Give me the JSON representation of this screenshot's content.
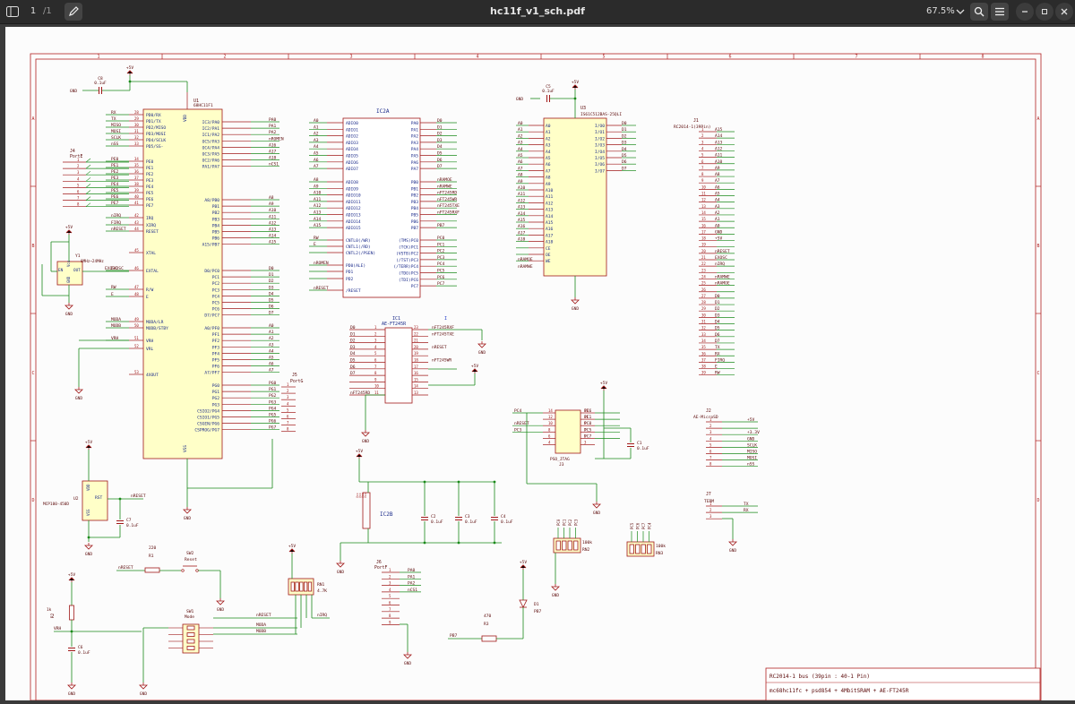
{
  "viewer": {
    "title": "hc11f_v1_sch.pdf",
    "page_current": "1",
    "page_total": "/1",
    "zoom": "67.5%",
    "icons": [
      "sidebar-icon",
      "pen-icon",
      "chevron-down-icon",
      "search-icon",
      "menu-icon",
      "minimize-icon",
      "restore-icon",
      "close-icon"
    ]
  },
  "colors": {
    "wire": "#1a8a1a",
    "component": "#a01818",
    "label": "#5a0808",
    "body": "#ffffc8",
    "frame": "#b02020",
    "text_blue": "#1a2a8a"
  },
  "frame": {
    "columns": [
      "1",
      "2",
      "3",
      "4",
      "5",
      "6",
      "7",
      "8"
    ],
    "rows": [
      "A",
      "B",
      "C",
      "D"
    ]
  },
  "u1": {
    "ref": "U1",
    "value": "68HC11F1",
    "left_pins": [
      "PD0/RX",
      "PD1/TX",
      "PD2/MISO",
      "PD3/MOSI",
      "PD4/SCLK",
      "PD5/SS-",
      "PE0",
      "PE1",
      "PE2",
      "PE3",
      "PE4",
      "PE5",
      "PE6",
      "PE7",
      "IRQ",
      "XIRQ",
      "RESET",
      "XTAL",
      "EXTAL",
      "R/W",
      "E",
      "MODA/LR",
      "MODB/STBY",
      "VRH",
      "VRL",
      "4XOUT"
    ],
    "right_pins": [
      "IC3/PA0",
      "IC2/PA1",
      "IC1/PA2",
      "OC5/PA3",
      "OC4/PA4",
      "OC3/PA5",
      "OC2/PA6",
      "PA1/PA7",
      "A8/PB0",
      "PB1",
      "PB2",
      "PB3",
      "PB4",
      "PB5",
      "PB6",
      "A15/PB7",
      "D0/PC0",
      "PC1",
      "PC2",
      "PC3",
      "PC4",
      "PC5",
      "PC6",
      "D7/PC7",
      "A0/PF0",
      "PF1",
      "PF2",
      "PF3",
      "PF4",
      "PF5",
      "PF6",
      "A7/PF7",
      "PG0",
      "PG1",
      "PG2",
      "PG3",
      "CSIO2/PG4",
      "CSIO1/PG5",
      "CSGEN/PG6",
      "CSPROG/PG7"
    ],
    "right_labels": [
      "PA0",
      "PA1",
      "PA2",
      "nROMEN",
      "A16",
      "A17",
      "A18",
      "nCS1",
      "A8",
      "A9",
      "A10",
      "A11",
      "A12",
      "A13",
      "A14",
      "A15",
      "D0",
      "D1",
      "D2",
      "D3",
      "D4",
      "D5",
      "D6",
      "D7",
      "A0",
      "A1",
      "A2",
      "A3",
      "A4",
      "A5",
      "A6",
      "A7",
      "PG0",
      "PG1",
      "PG2",
      "PG3",
      "PG4",
      "PG5",
      "PG6",
      "PG7"
    ],
    "left_labels": [
      "RX",
      "TX",
      "MISO",
      "MOSI",
      "SCLK",
      "nSS",
      "PE0",
      "PE1",
      "PE2",
      "PE3",
      "PE4",
      "PE5",
      "PE6",
      "PE7",
      "nIRQ",
      "FIRQ",
      "nRESET",
      "",
      "EXOSC",
      "RW",
      "E",
      "MODA",
      "MODB",
      "VRH",
      ""
    ]
  },
  "ic2a": {
    "ref": "IC2A",
    "left_pins": [
      "ADIO0",
      "ADIO1",
      "ADIO2",
      "ADIO3",
      "ADIO4",
      "ADIO5",
      "ADIO6",
      "ADIO7",
      "ADIO8",
      "ADIO9",
      "ADIO10",
      "ADIO11",
      "ADIO12",
      "ADIO13",
      "ADIO14",
      "ADIO15",
      "CNTL0(/WR)",
      "CNTL1(/RD)",
      "CNTL2(/PSEN)",
      "PD0(ALE)",
      "PD1",
      "PD2",
      "/RESET"
    ],
    "left_labels": [
      "A0",
      "A1",
      "A2",
      "A3",
      "A4",
      "A5",
      "A6",
      "A7",
      "A8",
      "A9",
      "A10",
      "A11",
      "A12",
      "A13",
      "A14",
      "A15",
      "RW",
      "E",
      "",
      "nROMEN",
      "",
      "",
      "nRESET"
    ],
    "right_pins": [
      "PA0",
      "PA1",
      "PA2",
      "PA3",
      "PA4",
      "PA5",
      "PA6",
      "PA7",
      "PB0",
      "PB1",
      "PB2",
      "PB3",
      "PB4",
      "PB5",
      "PB6",
      "PB7",
      "(TMS)PC0",
      "(TCK)PC1",
      "(VSTB)PC2",
      "(/TST)PC3",
      "(/TERR)PC4",
      "(TDO)PC5",
      "(TDI)PC6",
      "PC7"
    ],
    "right_labels": [
      "D0",
      "D1",
      "D2",
      "D3",
      "D4",
      "D5",
      "D6",
      "D7",
      "nRAMOE",
      "nRAMWE",
      "nFT245RD",
      "nFT245WR",
      "nFT245TXE",
      "nFT245RXF",
      "",
      "PB7",
      "PC0",
      "PC1",
      "PC2",
      "PC3",
      "PC4",
      "PC5",
      "PC6",
      "PC7"
    ]
  },
  "u3": {
    "ref": "U3",
    "value": "IS61C512BAS-25QLI",
    "left_pins": [
      "A0",
      "A1",
      "A2",
      "A3",
      "A4",
      "A5",
      "A6",
      "A7",
      "A8",
      "A9",
      "A10",
      "A11",
      "A12",
      "A13",
      "A14",
      "A15",
      "A16",
      "A17",
      "A18",
      "CE",
      "OE",
      "WE"
    ],
    "right_pins": [
      "I/O0",
      "I/O1",
      "I/O2",
      "I/O3",
      "I/O4",
      "I/O5",
      "I/O6",
      "I/O7"
    ],
    "right_labels": [
      "D0",
      "D1",
      "D2",
      "D3",
      "D4",
      "D5",
      "D6",
      "D7"
    ],
    "ctrl_labels": [
      "nRAMOE",
      "nRAMWE"
    ]
  },
  "j1": {
    "ref": "J1",
    "value": "RC2014-1(39Pin)",
    "labels": [
      "A15",
      "A14",
      "A13",
      "A12",
      "A11",
      "A10",
      "A9",
      "A8",
      "A7",
      "A6",
      "A5",
      "A4",
      "A3",
      "A2",
      "A1",
      "A0",
      "GND",
      "+5V",
      "",
      "nRESET",
      "EXOSC",
      "nIRQ",
      "",
      "nRAMWE",
      "nRAMOE",
      "",
      "D0",
      "D1",
      "D2",
      "D3",
      "D4",
      "D5",
      "D6",
      "D7",
      "TX",
      "RX",
      "FIRQ",
      "E",
      "RW"
    ]
  },
  "j4": {
    "ref": "J4",
    "value": "PortE"
  },
  "j5": {
    "ref": "J5",
    "value": "PortG",
    "labels": [
      "PG0",
      "PG1",
      "PG2",
      "PG3",
      "PG4",
      "PG5",
      "PG6",
      "PG7"
    ]
  },
  "j6": {
    "ref": "J6",
    "value": "PortF",
    "labels": [
      "PA0",
      "PA1",
      "PA2",
      "nCS1",
      "",
      "",
      "",
      "",
      ""
    ]
  },
  "j2": {
    "ref": "J2",
    "value": "AE-MicroSD",
    "labels": [
      "+5V",
      "",
      "+3.3V",
      "GND",
      "SCLK",
      "MISO",
      "MOSI",
      "nSS"
    ]
  },
  "j7": {
    "ref": "J7",
    "value": "TERM",
    "labels": [
      "TX",
      "RX",
      ""
    ]
  },
  "j3": {
    "ref": "J3",
    "value": "PSO_JTAG",
    "left_labels": [
      "PC4",
      "",
      "nRESET",
      "PC3",
      "",
      ""
    ],
    "right_labels": [
      "PC6",
      "PC1",
      "PC0",
      "PC5",
      "PC7",
      ""
    ]
  },
  "ic1": {
    "ref": "IC1",
    "value": "AE-FT245R",
    "left_labels": [
      "D0",
      "D1",
      "D2",
      "D3",
      "D4",
      "D5",
      "D6",
      "D7",
      "",
      "",
      "nFT245RD"
    ],
    "right_labels": [
      "nFT245RXF",
      "nFT245TXE",
      "",
      "nRESET",
      "",
      "nFT245WR",
      "",
      "",
      "",
      "",
      ""
    ]
  },
  "ic2b": {
    "ref": "IC2B"
  },
  "power": {
    "vcc": "+5V",
    "gnd": "GND",
    "caps": [
      {
        "ref": "C8",
        "value": "0.1uF"
      },
      {
        "ref": "C5",
        "value": "0.1uF"
      },
      {
        "ref": "C7",
        "value": "0.1uF"
      },
      {
        "ref": "C2",
        "value": "0.1uF"
      },
      {
        "ref": "C3",
        "value": "0.1uF"
      },
      {
        "ref": "C4",
        "value": "0.1uF"
      },
      {
        "ref": "C1",
        "value": "0.1uF"
      },
      {
        "ref": "C6",
        "value": "0.1uF"
      }
    ]
  },
  "osc": {
    "ref": "Y1",
    "value": "8MHz~24MHz",
    "pins": [
      "EN",
      "OUT",
      "GND",
      "Vcc"
    ]
  },
  "reset": {
    "ref": "U2",
    "value": "MCP100-450D",
    "rst": "RST",
    "out": "nRESET",
    "pins": [
      "VDD",
      "VSS"
    ]
  },
  "sw2": {
    "ref": "SW2",
    "value": "Reset",
    "r1": "R1",
    "r1_value": "220",
    "net": "nRESET"
  },
  "sw1": {
    "ref": "SW1",
    "value": "Mode",
    "nets": [
      "nRESET",
      "MODA",
      "MODB"
    ]
  },
  "rn1": {
    "ref": "RN1",
    "value": "4.7K",
    "net": "nIRQ"
  },
  "rn2": {
    "ref": "RN2",
    "value": "100k",
    "pins": [
      "PC0",
      "PC1",
      "PC2",
      "PC3"
    ]
  },
  "rn3": {
    "ref": "RN3",
    "value": "100k",
    "pins": [
      "PC5",
      "PC6",
      "PC7",
      "PC4"
    ]
  },
  "r2": {
    "ref": "R2",
    "value": "1k",
    "net": "VRH"
  },
  "d1": {
    "ref": "D1",
    "value": "PB7",
    "r3": "R3",
    "r3_value": "470",
    "net": "PB7"
  },
  "title_block": {
    "line1": "RC2014-1 bus (39pin : 40-1 Pin)",
    "line2": "mc68hc11fc + psd854 + 4MbitSRAM + AE-FT245R"
  }
}
